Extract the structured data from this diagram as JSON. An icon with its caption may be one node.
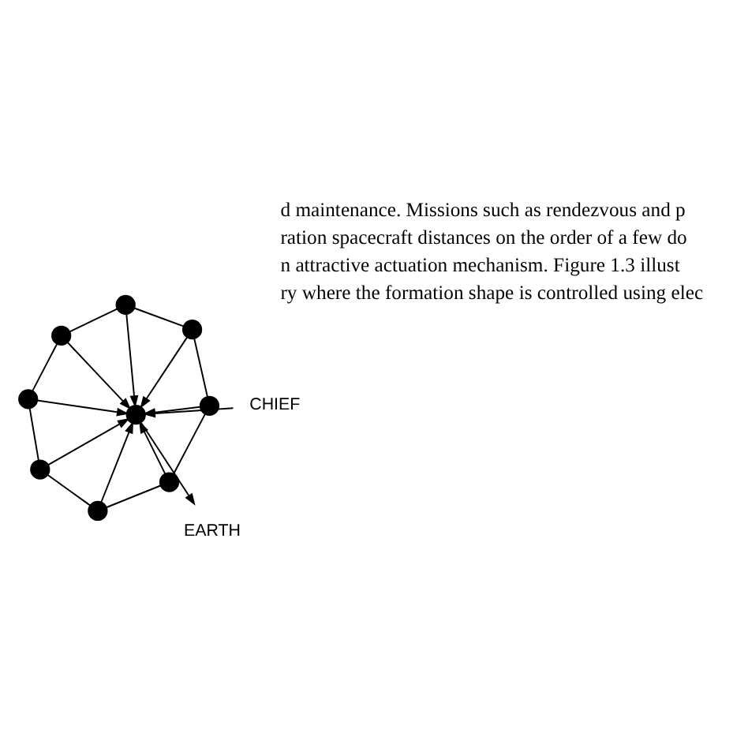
{
  "diagram": {
    "nodes": [
      {
        "text": [],
        "shape": "circle"
      },
      {
        "text": [],
        "shape": "circle"
      },
      {
        "text": [],
        "shape": "circle"
      },
      {
        "text": [],
        "shape": "circle"
      },
      {
        "text": [],
        "shape": "circle"
      },
      {
        "text": [],
        "shape": "circle"
      },
      {
        "text": [],
        "shape": "circle"
      },
      {
        "text": [],
        "shape": "circle"
      },
      {
        "text": [],
        "shape": "circle"
      },
      {
        "text": [
          "CHIEF"
        ]
      },
      {
        "text": [
          "EARTH"
        ]
      }
    ],
    "edges": [
      {
        "from": 0,
        "to": 1,
        "arrow": "none"
      },
      {
        "from": 1,
        "to": 3,
        "arrow": "none"
      },
      {
        "from": 3,
        "to": 5,
        "arrow": "none"
      },
      {
        "from": 5,
        "to": 7,
        "arrow": "none"
      },
      {
        "from": 7,
        "to": 6,
        "arrow": "none"
      },
      {
        "from": 6,
        "to": 4,
        "arrow": "none"
      },
      {
        "from": 4,
        "to": 2,
        "arrow": "none"
      },
      {
        "from": 2,
        "to": 0,
        "arrow": "none"
      },
      {
        "from": 0,
        "to": 8,
        "arrow": "to"
      },
      {
        "from": 1,
        "to": 8,
        "arrow": "to"
      },
      {
        "from": 2,
        "to": 8,
        "arrow": "to"
      },
      {
        "from": 3,
        "to": 8,
        "arrow": "to"
      },
      {
        "from": 4,
        "to": 8,
        "arrow": "to"
      },
      {
        "from": 5,
        "to": 8,
        "arrow": "to"
      },
      {
        "from": 6,
        "to": 8,
        "arrow": "to"
      },
      {
        "from": 7,
        "to": 8,
        "arrow": "to"
      },
      {
        "from": 9,
        "to": 8,
        "arrow": "to"
      },
      {
        "from": 8,
        "to": 10,
        "arrow": "to"
      }
    ],
    "labels": [
      "d maintenance. Missions such as rendezvous and p",
      "ration spacecraft distances on the order of a few do",
      "n attractive actuation mechanism. Figure 1.3 illust",
      "ry where the formation shape is controlled using elec"
    ]
  }
}
